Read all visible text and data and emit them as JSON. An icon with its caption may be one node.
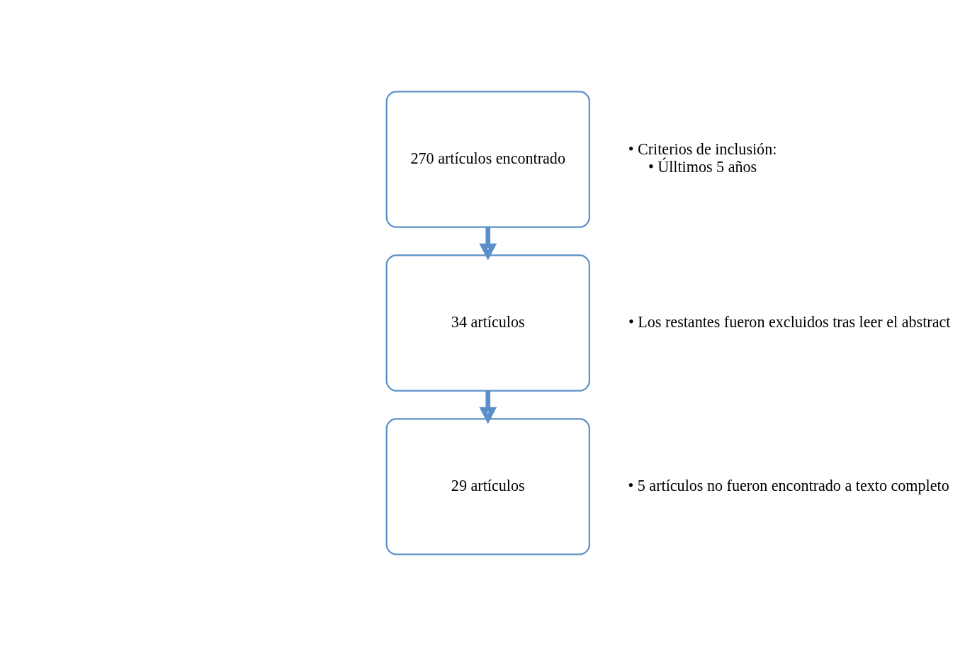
{
  "diagram": {
    "nodes": [
      {
        "text": [
          "270 artículos encontrado"
        ],
        "beside": [
          "• Criterios de inclusión:",
          "• Úlltimos 5 años"
        ]
      },
      {
        "text": [
          "34 artículos"
        ],
        "beside": [
          "• Los restantes fueron excluidos tras leer el abstract"
        ]
      },
      {
        "text": [
          "29 artículos"
        ],
        "beside": [
          "• 5 artículos no fueron encontrado a texto completo"
        ]
      }
    ],
    "edges": [
      {
        "from": 0,
        "to": 1,
        "arrow": "to"
      },
      {
        "from": 1,
        "to": 2,
        "arrow": "to"
      }
    ]
  }
}
